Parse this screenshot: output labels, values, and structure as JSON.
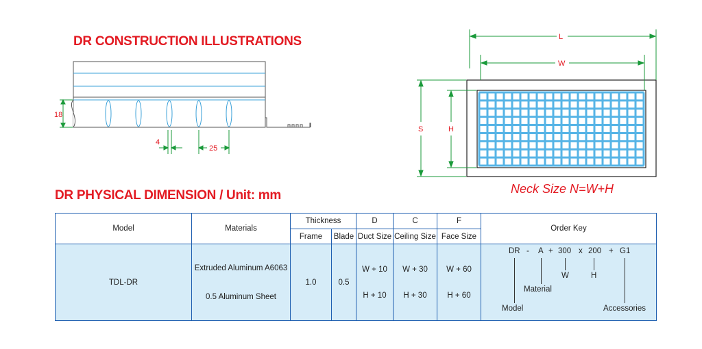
{
  "headings": {
    "construction": "DR CONSTRUCTION ILLUSTRATIONS",
    "physical": "DR PHYSICAL DIMENSION / Unit: mm",
    "neck_size": "Neck Size N=W+H"
  },
  "side_view": {
    "dim_height": "18",
    "dim_blade": "4",
    "dim_pitch": "25"
  },
  "front_view": {
    "dim_L": "L",
    "dim_W": "W",
    "dim_S": "S",
    "dim_H": "H"
  },
  "table": {
    "headers": {
      "model": "Model",
      "materials": "Materials",
      "thickness": "Thickness",
      "frame": "Frame",
      "blade": "Blade",
      "d": "D",
      "duct_size": "Duct Size",
      "c": "C",
      "ceiling_size": "Ceiling Size",
      "f": "F",
      "face_size": "Face Size",
      "order_key": "Order Key"
    },
    "row": {
      "model": "TDL-DR",
      "material_1": "Extruded Aluminum A6063",
      "material_2": "0.5 Aluminum Sheet",
      "frame": "1.0",
      "blade": "0.5",
      "duct_w": "W + 10",
      "duct_h": "H + 10",
      "ceiling_w": "W + 30",
      "ceiling_h": "H + 30",
      "face_w": "W + 60",
      "face_h": "H + 60"
    },
    "order_key": {
      "dr": "DR",
      "dash": "-",
      "a": "A",
      "plus1": "+",
      "w_value": "300",
      "x": "x",
      "h_value": "200",
      "plus2": "+",
      "g1": "G1",
      "w_label": "W",
      "h_label": "H",
      "material_label": "Material",
      "model_label": "Model",
      "accessories_label": "Accessories"
    }
  },
  "colors": {
    "heading_red": "#e31b23",
    "dimension_green": "#1a9a3a",
    "blade_blue": "#3aa0d8",
    "table_border": "#1f5fb0",
    "table_fill": "#d6ecf8",
    "grille_blue": "#56b4e6"
  }
}
